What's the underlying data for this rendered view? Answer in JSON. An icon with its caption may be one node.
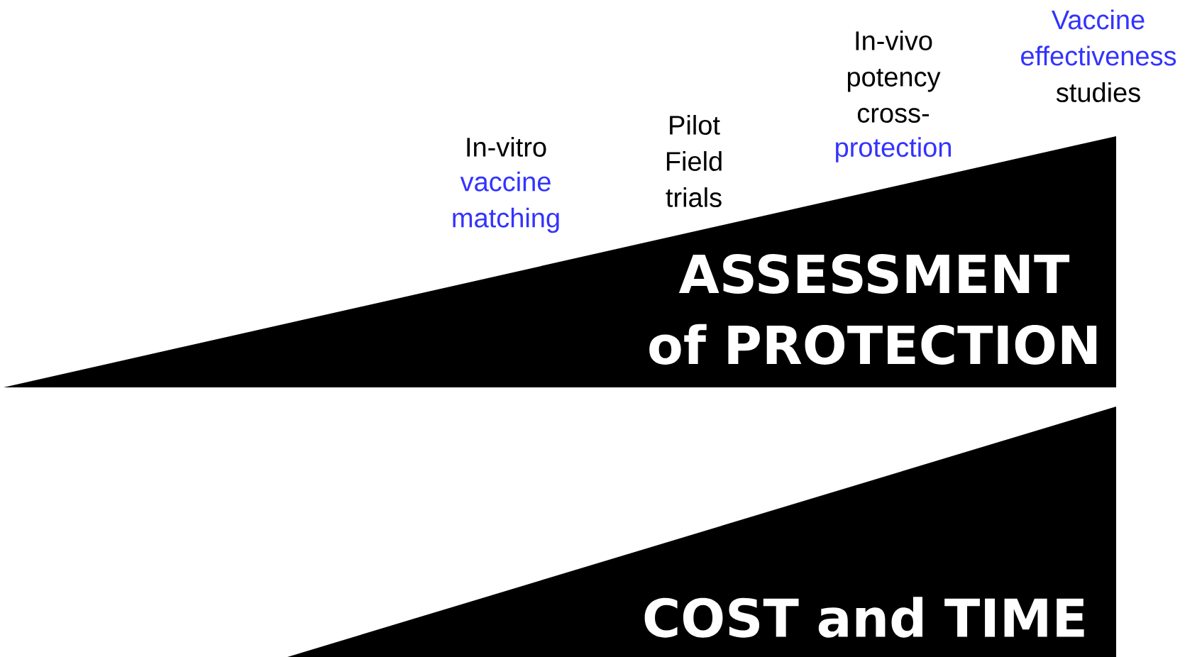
{
  "diagram": {
    "nodes": [
      {
        "text": [
          "ASSESSMENT of PROTECTION"
        ]
      },
      {
        "text": [
          "COST and TIME"
        ]
      }
    ],
    "edges": [],
    "labels": [
      "In-vitro",
      "vaccine matching",
      "Pilot Field trials",
      "In-vivo potency cross-",
      "protection",
      "Vaccine effectiveness",
      "studies"
    ]
  }
}
